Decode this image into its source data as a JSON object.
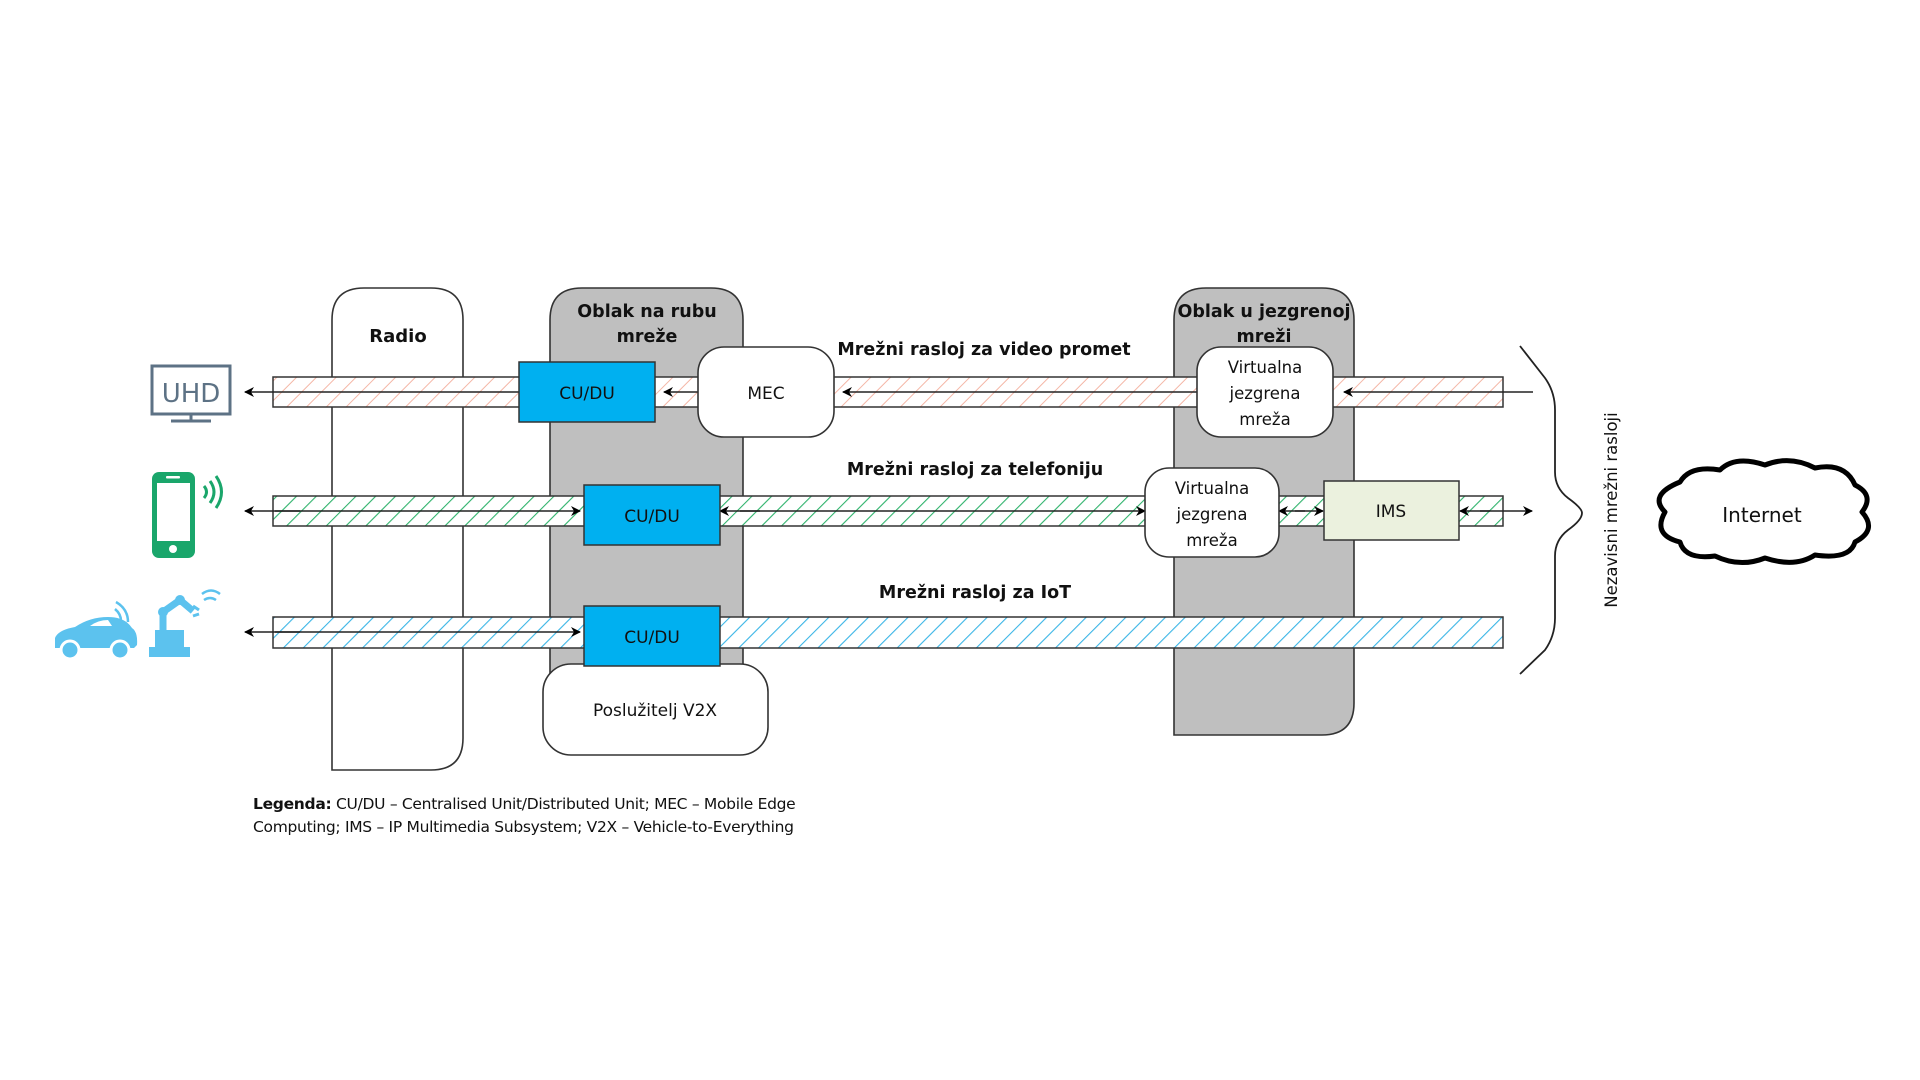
{
  "diagram": {
    "columns": {
      "radio": "Radio",
      "edge_cloud": [
        "Oblak na rubu",
        "mreže"
      ],
      "core_cloud": [
        "Oblak u jezgrenoj",
        "mreži"
      ]
    },
    "slices": [
      {
        "name": "Mrežni rasloj za video promet",
        "color": "#f4b6a6",
        "device": "UHD",
        "device_icon": "uhd-tv-icon",
        "device_color": "#5d7285",
        "nodes": [
          "CU/DU",
          "MEC",
          [
            "Virtualna",
            "jezgrena",
            "mreža"
          ]
        ]
      },
      {
        "name": "Mrežni rasloj za telefoniju",
        "color": "#2fb36c",
        "device_icon": "smartphone-icon",
        "device_color": "#1aa66b",
        "nodes": [
          "CU/DU",
          [
            "Virtualna",
            "jezgrena",
            "mreža"
          ],
          "IMS"
        ]
      },
      {
        "name": "Mrežni rasloj za IoT",
        "color": "#3ab5e6",
        "device_icon": "car-and-robot-icon",
        "device_color": "#5cc2ee",
        "nodes": [
          "CU/DU",
          "Poslužitelj V2X"
        ]
      }
    ],
    "brace_label": "Nezavisni mrežni rasloji",
    "internet": "Internet",
    "colors": {
      "cu_du": "#00b0f0",
      "ims": "#ebf1de",
      "cloud_panel": "#bfbfbf"
    }
  },
  "legend": {
    "title": "Legenda:",
    "text": "CU/DU – Centralised Unit/Distributed Unit; MEC – Mobile Edge Computing; IMS – IP Multimedia Subsystem; V2X – Vehicle-to-Everything"
  }
}
